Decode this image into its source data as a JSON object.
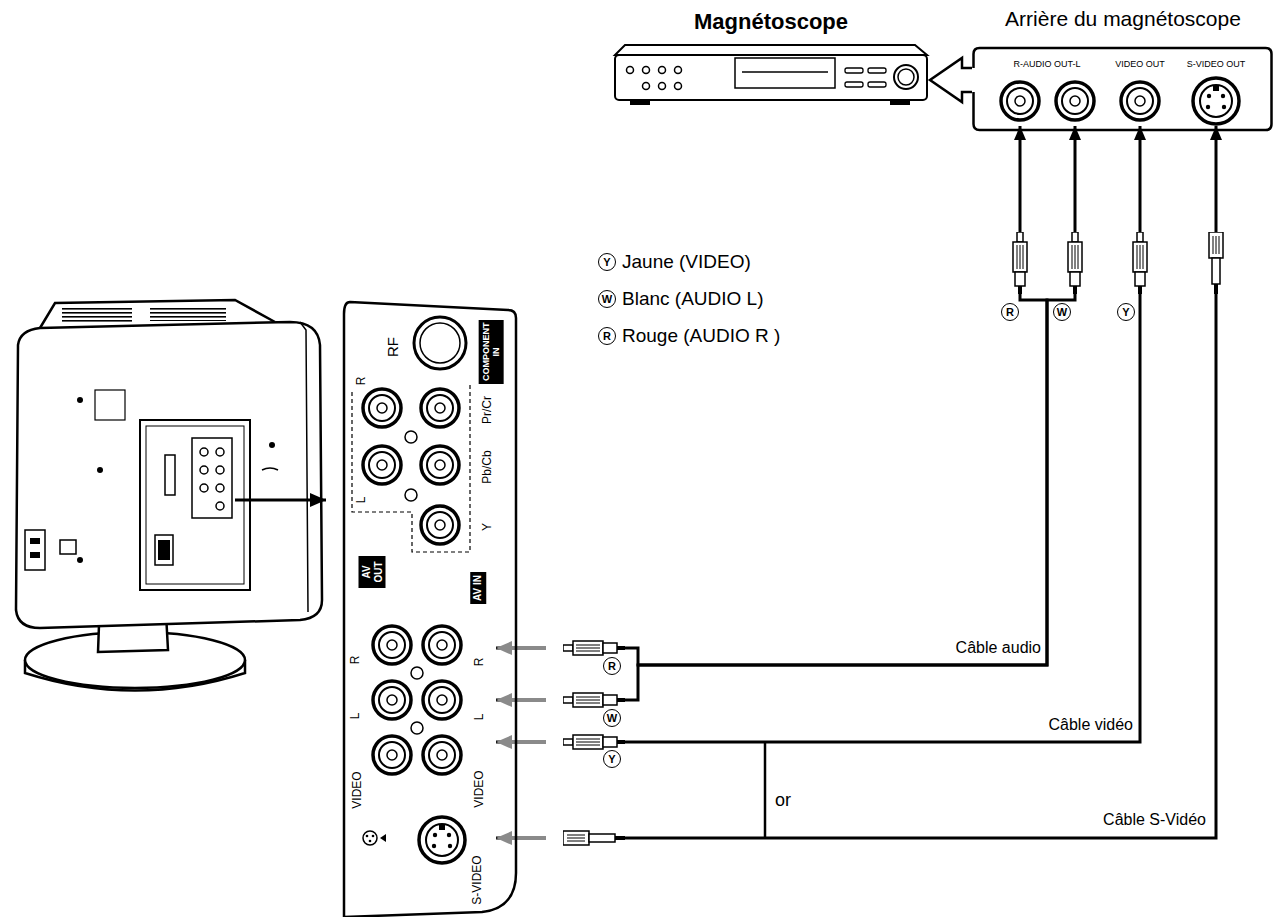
{
  "diagram": {
    "nodes": [
      {
        "text": [
          "Magnétoscope"
        ]
      },
      {
        "text": [
          "Arrière du magnétoscope"
        ]
      },
      {
        "text": [
          "R-AUDIO OUT-L"
        ],
        "in": 1
      },
      {
        "text": [
          "VIDEO OUT"
        ],
        "in": 1
      },
      {
        "text": [
          "S-VIDEO OUT"
        ],
        "in": 1
      },
      {
        "text": [
          "RF",
          "COMPONENT IN",
          "R",
          "L",
          "Pr/Cr",
          "Pb/Cb",
          "Y",
          "AV OUT",
          "R",
          "L",
          "VIDEO",
          "AV IN"
        ]
      },
      {
        "text": [
          "R"
        ],
        "in": 5
      },
      {
        "text": [
          "L"
        ],
        "in": 5
      },
      {
        "text": [
          "VIDEO"
        ],
        "in": 5
      },
      {
        "text": [
          "S-VIDEO"
        ],
        "in": 5
      }
    ],
    "edges": [
      {
        "from": 1,
        "to": 0,
        "arrow": "to"
      },
      {
        "from": 2,
        "to": 6,
        "label": "Câble audio",
        "arrow": "both"
      },
      {
        "from": 2,
        "to": 7,
        "arrow": "both"
      },
      {
        "from": 3,
        "to": 8,
        "label": "Câble vidéo",
        "arrow": "both"
      },
      {
        "from": 4,
        "to": 9,
        "label": "Câble S-Vidéo",
        "arrow": "both"
      }
    ],
    "labels": [
      "Y",
      "W",
      "R",
      "R",
      "W",
      "Y",
      "R",
      "W",
      "Y",
      "or"
    ],
    "legend": [
      {
        "text": "Jaune (VIDEO)"
      },
      {
        "text": "Blanc (AUDIO L)"
      },
      {
        "text": "Rouge (AUDIO R )"
      }
    ]
  }
}
